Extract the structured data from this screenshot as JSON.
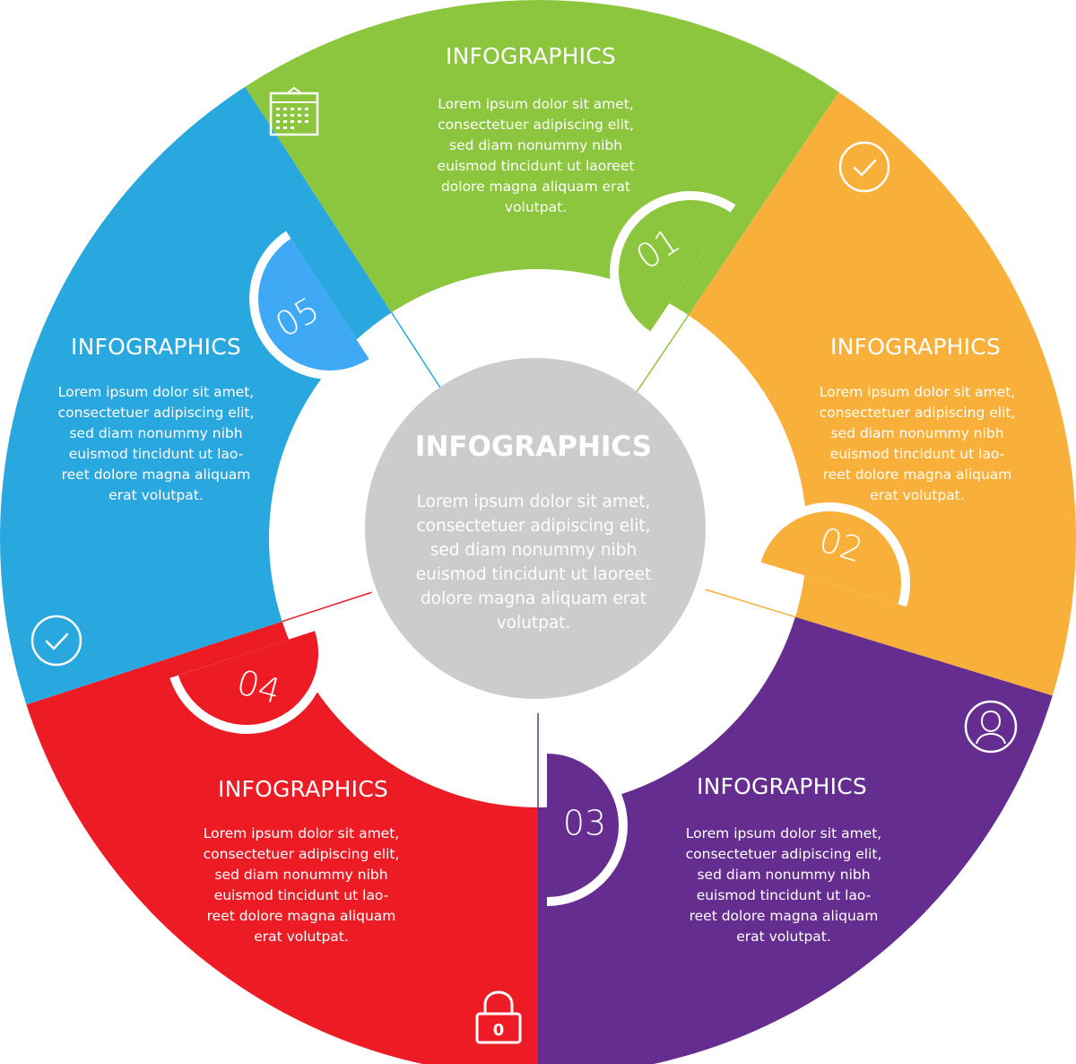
{
  "colors": {
    "green": "#8cc63f",
    "orange": "#f9b03b",
    "purple": "#662d91",
    "red": "#ed1c24",
    "blue": "#29a8e0",
    "badge_blue": "#3fa9f5",
    "center": "#cccccc"
  },
  "center": {
    "title": "INFOGRAPHICS",
    "lines": [
      "Lorem ipsum dolor sit amet,",
      "consectetuer adipiscing elit,",
      "sed  diam nonummy nibh",
      "euismod tincidunt ut laoreet",
      "dolore magna aliquam erat",
      "volutpat."
    ]
  },
  "segments": [
    {
      "number": "01",
      "title": "INFOGRAPHICS",
      "lines": [
        "Lorem ipsum dolor sit amet,",
        "consectetuer adipiscing elit,",
        "sed  diam nonummy nibh",
        "euismod tincidunt ut laoreet",
        "dolore magna aliquam erat",
        "volutpat."
      ],
      "icon": "calendar-icon"
    },
    {
      "number": "02",
      "title": "INFOGRAPHICS",
      "lines": [
        "Lorem ipsum dolor sit amet,",
        "consectetuer adipiscing elit,",
        "sed  diam nonummy nibh",
        "euismod tincidunt ut lao-",
        "reet dolore magna aliquam",
        "erat volutpat."
      ],
      "icon": "check-circle-icon"
    },
    {
      "number": "03",
      "title": "INFOGRAPHICS",
      "lines": [
        "Lorem ipsum dolor sit amet,",
        "consectetuer adipiscing elit,",
        "sed  diam nonummy nibh",
        "euismod tincidunt ut lao-",
        "reet dolore magna aliquam",
        "erat volutpat."
      ],
      "icon": "user-icon"
    },
    {
      "number": "04",
      "title": "INFOGRAPHICS",
      "lines": [
        "Lorem ipsum dolor sit amet,",
        "consectetuer adipiscing elit,",
        "sed  diam nonummy nibh",
        "euismod tincidunt ut lao-",
        "reet dolore magna aliquam",
        "erat volutpat."
      ],
      "icon": "lock-icon",
      "lock_label": "0"
    },
    {
      "number": "05",
      "title": "INFOGRAPHICS",
      "lines": [
        "Lorem ipsum dolor sit amet,",
        "consectetuer adipiscing elit,",
        "sed  diam nonummy nibh",
        "euismod tincidunt ut lao-",
        "reet dolore magna aliquam",
        "erat volutpat."
      ],
      "icon": "check-circle-icon"
    }
  ]
}
